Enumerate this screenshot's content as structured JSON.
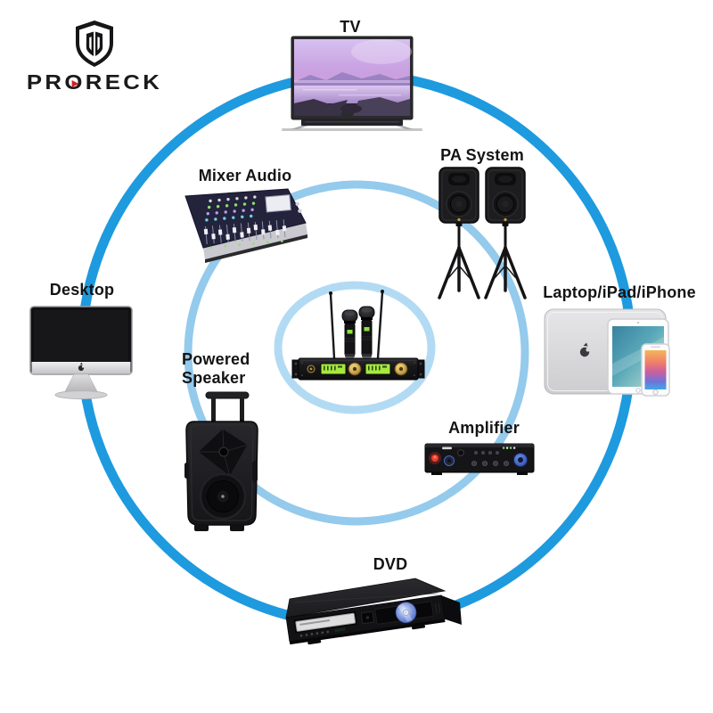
{
  "brand": {
    "name": "PRORECK",
    "wordmark_left": "PR",
    "wordmark_o": "O",
    "wordmark_right": "RECK",
    "accent_red": "#d42127"
  },
  "labels": {
    "tv": "TV",
    "mixer_audio": "Mixer Audio",
    "pa_system": "PA System",
    "laptop_ipad_iphone": "Laptop/iPad/iPhone",
    "desktop": "Desktop",
    "powered_speaker": "Powered Speaker",
    "amplifier": "Amplifier",
    "dvd": "DVD"
  },
  "diagram": {
    "type": "compatibility-rings",
    "center_device": "dual wireless microphone system",
    "ring_colors": {
      "outer": "#1e9adf",
      "middle": "#94caec",
      "inner": "#b2dbf3"
    },
    "background": "#ffffff",
    "label_color": "#141414"
  }
}
